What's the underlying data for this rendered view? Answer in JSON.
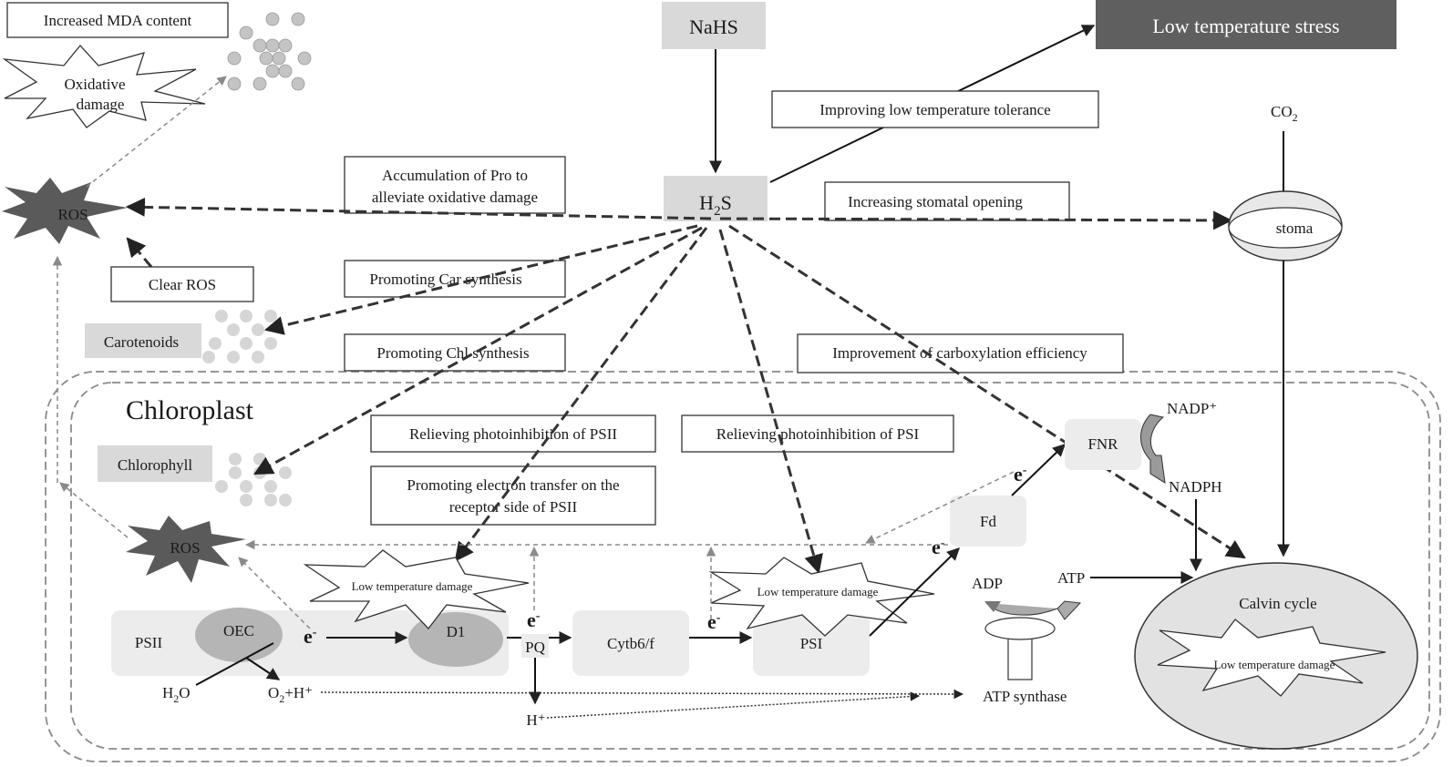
{
  "labels": {
    "nahs": "NaHS",
    "h2s_main": "H",
    "h2s_sub": "2",
    "h2s_end": "S",
    "low_temp_stress": "Low  temperature stress",
    "improving_tolerance": "Improving low temperature tolerance",
    "increased_mda": "Increased MDA content",
    "oxidative_damage_1": "Oxidative",
    "oxidative_damage_2": "damage",
    "ros_top": "ROS",
    "ros_bottom": "ROS",
    "accumulation_pro_1": "Accumulation of Pro to",
    "accumulation_pro_2": "alleviate oxidative damage",
    "increasing_stomatal": "Increasing stomatal opening",
    "co2_main": "CO",
    "co2_sub": "2",
    "stoma": "stoma",
    "clear_ros": "Clear ROS",
    "promoting_car": "Promoting Car synthesis",
    "carotenoids": "Carotenoids",
    "promoting_chl": "Promoting Chl synthesis",
    "improvement_carboxylation": "Improvement of carboxylation efficiency",
    "chloroplast": "Chloroplast",
    "relieving_psii": "Relieving photoinhibition of PSII",
    "relieving_psi": "Relieving photoinhibition of PSI",
    "chlorophyll": "Chlorophyll",
    "promoting_electron_1": "Promoting electron transfer on the",
    "promoting_electron_2": "receptor side of PSII",
    "low_temp_damage_1": "Low  temperature damage",
    "low_temp_damage_2": "Low  temperature damage",
    "low_temp_damage_3": "Low  temperature damage",
    "fnr": "FNR",
    "nadp_plus": "NADP⁺",
    "nadph": "NADPH",
    "fd": "Fd",
    "adp": "ADP",
    "atp": "ATP",
    "psii": "PSII",
    "oec": "OEC",
    "d1": "D1",
    "pq": "PQ",
    "cytb6f": "Cytb6/f",
    "psi": "PSI",
    "atp_synthase": "ATP synthase",
    "calvin_cycle": "Calvin cycle",
    "electron": "e",
    "electron_sup": "-",
    "h2o_main": "H",
    "h2o_sub": "2",
    "h2o_end": "O",
    "o2h_main": "O",
    "o2h_sub": "2",
    "o2h_end": "+H⁺",
    "h_plus": "H⁺"
  },
  "colors": {
    "dark_box": "#5f5f5f",
    "light_box": "#d9d9d9",
    "lighter_box": "#ececec",
    "dark_star": "#5a5a5a",
    "ellipse_gray": "#b5b5b5"
  }
}
